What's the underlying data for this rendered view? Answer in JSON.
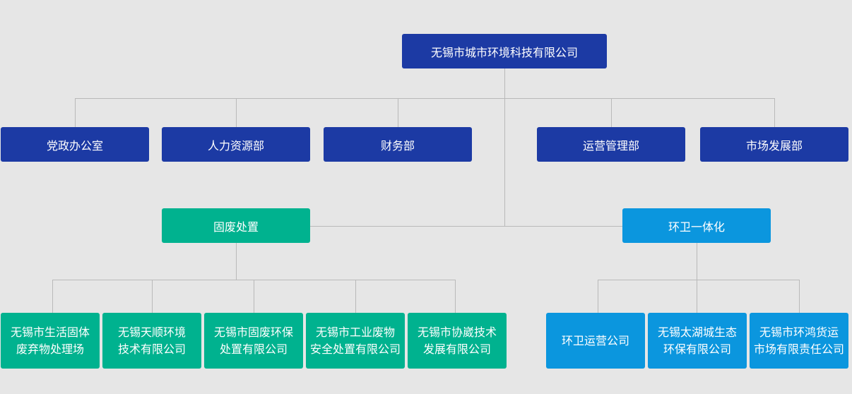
{
  "root": {
    "label": "无锡市城市环境科技有限公司"
  },
  "departments": [
    {
      "label": "党政办公室"
    },
    {
      "label": "人力资源部"
    },
    {
      "label": "财务部"
    },
    {
      "label": "运营管理部"
    },
    {
      "label": "市场发展部"
    }
  ],
  "divisions": {
    "solid_waste": {
      "label": "固废处置",
      "companies": [
        {
          "line1": "无锡市生活固体",
          "line2": "废弃物处理场"
        },
        {
          "line1": "无锡天顺环境",
          "line2": "技术有限公司"
        },
        {
          "line1": "无锡市固废环保",
          "line2": "处置有限公司"
        },
        {
          "line1": "无锡市工业废物",
          "line2": "安全处置有限公司"
        },
        {
          "line1": "无锡市协崴技术",
          "line2": "发展有限公司"
        }
      ]
    },
    "sanitation": {
      "label": "环卫一体化",
      "companies": [
        {
          "line1": "环卫运营公司",
          "line2": ""
        },
        {
          "line1": "无锡太湖城生态",
          "line2": "环保有限公司"
        },
        {
          "line1": "无锡市环鸿货运",
          "line2": "市场有限责任公司"
        }
      ]
    }
  },
  "colors": {
    "headquarters": "#1c3aa4",
    "solid_waste": "#00b28f",
    "sanitation": "#0b96de",
    "connector": "#b9b9b9",
    "background": "#e6e6e6"
  }
}
